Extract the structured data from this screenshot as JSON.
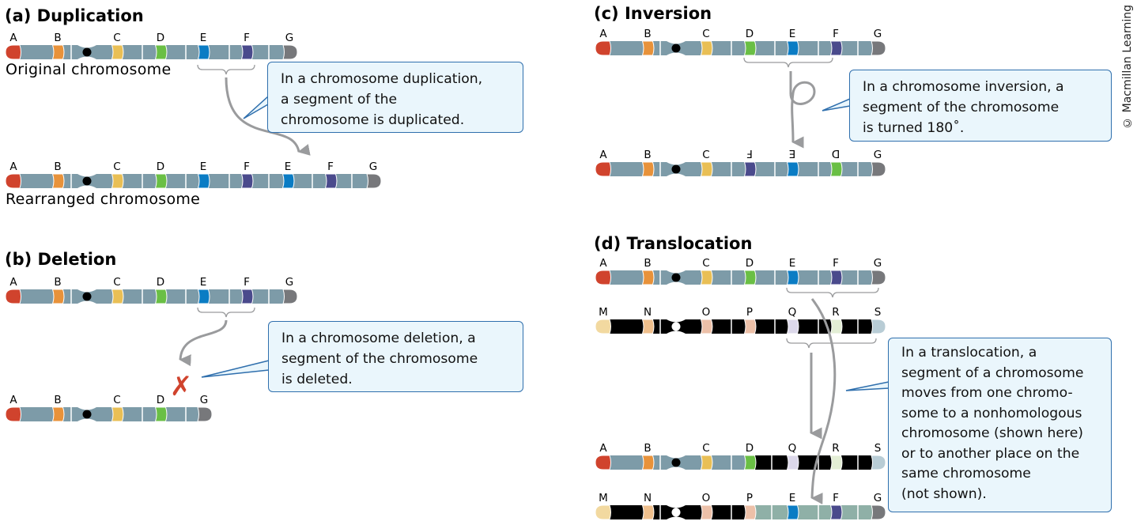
{
  "credit": "© Macmillan Learning",
  "colors": {
    "arm": "#7d9ba8",
    "arm_dark": "#000000",
    "arm_moved": "#8fb0a7",
    "centromere": "#000000",
    "centromere_light": "#ffffff",
    "arrow": "#9a9b9d",
    "callout_border": "#2f6fad",
    "callout_fill": "#eaf6fc",
    "deletion_x": "#d0432d",
    "bands": {
      "A": "#d0432d",
      "B": "#e8923a",
      "C": "#e9bf55",
      "D": "#6abf45",
      "E": "#0a7cc4",
      "F": "#4a4a8c",
      "G": "#77787b",
      "M": "#f2d9a0",
      "N": "#efbf8c",
      "O": "#ecc0a8",
      "P": "#ecc0a8",
      "Q": "#dcd8ea",
      "R": "#e3eed5",
      "S": "#b8ccd5"
    }
  },
  "panels": {
    "duplication": {
      "title": "(a) Duplication",
      "original_caption": "Original chromosome",
      "rearranged_caption": "Rearranged chromosome",
      "original_bands": [
        "A",
        "B",
        "C",
        "D",
        "E",
        "F",
        "G"
      ],
      "rearranged_bands": [
        "A",
        "B",
        "C",
        "D",
        "E",
        "F",
        "E",
        "F",
        "G"
      ],
      "callout": [
        "In a chromosome duplication,",
        "a segment of the",
        "chromosome is duplicated."
      ]
    },
    "deletion": {
      "title": "(b) Deletion",
      "original_bands": [
        "A",
        "B",
        "C",
        "D",
        "E",
        "F",
        "G"
      ],
      "rearranged_bands": [
        "A",
        "B",
        "C",
        "D",
        "G"
      ],
      "deleted_marker": "✗",
      "callout": [
        "In a chromosome deletion, a",
        "segment of the chromosome",
        "is deleted."
      ]
    },
    "inversion": {
      "title": "(c) Inversion",
      "original_bands": [
        "A",
        "B",
        "C",
        "D",
        "E",
        "F",
        "G"
      ],
      "rearranged_bands": [
        "A",
        "B",
        "C",
        "F",
        "E",
        "D",
        "G"
      ],
      "inverted_labels": [
        "F",
        "E",
        "D"
      ],
      "callout": [
        "In a chromosome inversion, a",
        "segment of the chromosome",
        "is turned 180˚."
      ]
    },
    "translocation": {
      "title": "(d) Translocation",
      "chrom1_bands": [
        "A",
        "B",
        "C",
        "D",
        "E",
        "F",
        "G"
      ],
      "chrom2_bands": [
        "M",
        "N",
        "O",
        "P",
        "Q",
        "R",
        "S"
      ],
      "result1_bands": [
        "A",
        "B",
        "C",
        "D",
        "Q",
        "R",
        "S"
      ],
      "result2_bands": [
        "M",
        "N",
        "O",
        "P",
        "E",
        "F",
        "G"
      ],
      "callout": [
        "In a translocation, a",
        "segment of a chromosome",
        "moves from one chromo-",
        "some to a nonhomologous",
        "chromosome (shown here)",
        "or to another place on the",
        "same chromosome",
        "(not shown)."
      ]
    }
  }
}
